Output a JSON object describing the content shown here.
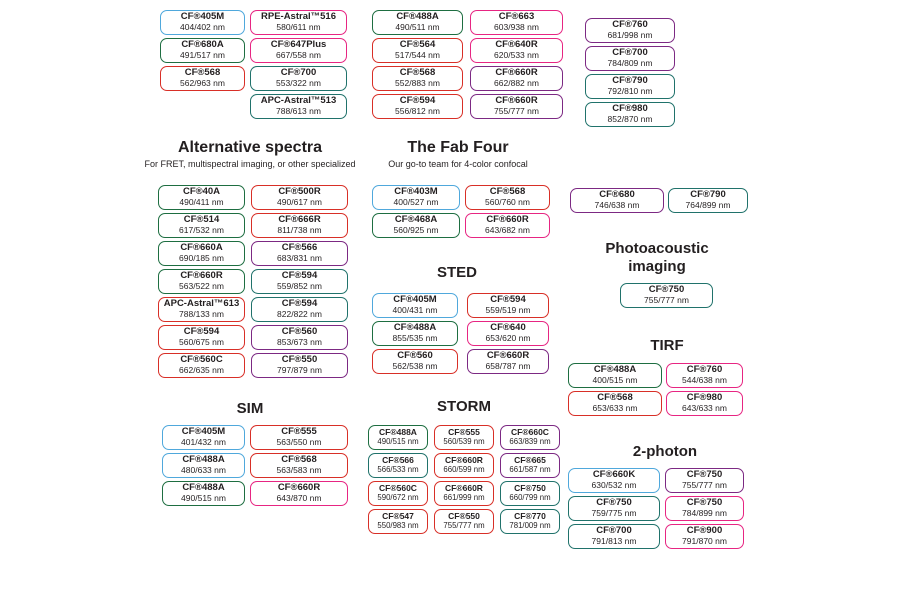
{
  "palette": {
    "blue": "#4FA8DC",
    "green": "#1E6E41",
    "red": "#D82F27",
    "pink": "#E72582",
    "teal": "#20726B",
    "purple": "#7C2983"
  },
  "headings": [
    {
      "id": "alt",
      "variant": "large",
      "title": "Alternative spectra",
      "subtitle": "For FRET, multispectral imaging, or other specialized"
    },
    {
      "id": "fab",
      "variant": "large",
      "title": "The Fab Four",
      "subtitle": "Our go-to team for 4-color confocal"
    },
    {
      "id": "sted",
      "variant": "small",
      "title": "STED"
    },
    {
      "id": "sim",
      "variant": "small",
      "title": "SIM"
    },
    {
      "id": "storm",
      "variant": "small",
      "title": "STORM"
    },
    {
      "id": "pa",
      "variant": "small",
      "title": "Photoacoustic\nimaging"
    },
    {
      "id": "tirf",
      "variant": "small",
      "title": "TIRF"
    },
    {
      "id": "tp",
      "variant": "small",
      "title": "2-photon"
    }
  ],
  "groups": [
    {
      "id": "top1",
      "section": "unlabeled-top",
      "chips": [
        {
          "name": "CF®405M",
          "value": "404/402 nm",
          "color": "blue"
        },
        {
          "name": "CF®680A",
          "value": "491/517 nm",
          "color": "green"
        },
        {
          "name": "CF®568",
          "value": "562/963 nm",
          "color": "red"
        }
      ]
    },
    {
      "id": "top2",
      "section": "unlabeled-top",
      "chips": [
        {
          "name": "RPE-Astral™516",
          "value": "580/611 nm",
          "color": "pink"
        },
        {
          "name": "CF®647Plus",
          "value": "667/558 nm",
          "color": "pink"
        },
        {
          "name": "CF®700",
          "value": "553/322 nm",
          "color": "teal"
        },
        {
          "name": "APC-Astral™513",
          "value": "788/613 nm",
          "color": "teal"
        }
      ]
    },
    {
      "id": "top3",
      "section": "unlabeled-top",
      "chips": [
        {
          "name": "CF®488A",
          "value": "490/511 nm",
          "color": "green"
        },
        {
          "name": "CF®564",
          "value": "517/544 nm",
          "color": "red"
        },
        {
          "name": "CF®568",
          "value": "552/883 nm",
          "color": "red"
        },
        {
          "name": "CF®594",
          "value": "556/812 nm",
          "color": "red"
        }
      ]
    },
    {
      "id": "top4",
      "section": "unlabeled-top",
      "chips": [
        {
          "name": "CF®663",
          "value": "603/938 nm",
          "color": "pink"
        },
        {
          "name": "CF®640R",
          "value": "620/533 nm",
          "color": "pink"
        },
        {
          "name": "CF®660R",
          "value": "662/882 nm",
          "color": "purple"
        },
        {
          "name": "CF®660R",
          "value": "755/777 nm",
          "color": "purple"
        }
      ]
    },
    {
      "id": "top5",
      "section": "unlabeled-top",
      "chips": [
        {
          "name": "CF®760",
          "value": "681/998 nm",
          "color": "purple"
        },
        {
          "name": "CF®700",
          "value": "784/809 nm",
          "color": "purple"
        },
        {
          "name": "CF®790",
          "value": "792/810 nm",
          "color": "teal"
        },
        {
          "name": "CF®980",
          "value": "852/870 nm",
          "color": "teal"
        }
      ]
    },
    {
      "id": "alt1",
      "section": "alternative-spectra",
      "chips": [
        {
          "name": "CF®40A",
          "value": "490/411 nm",
          "color": "green"
        },
        {
          "name": "CF®514",
          "value": "617/532 nm",
          "color": "green"
        },
        {
          "name": "CF®660A",
          "value": "690/185 nm",
          "color": "green"
        },
        {
          "name": "CF®660R",
          "value": "563/522 nm",
          "color": "green"
        },
        {
          "name": "APC-Astral™613",
          "value": "788/133 nm",
          "color": "red"
        },
        {
          "name": "CF®594",
          "value": "560/675 nm",
          "color": "red"
        },
        {
          "name": "CF®560C",
          "value": "662/635 nm",
          "color": "red"
        }
      ]
    },
    {
      "id": "alt2",
      "section": "alternative-spectra",
      "chips": [
        {
          "name": "CF®500R",
          "value": "490/617 nm",
          "color": "red"
        },
        {
          "name": "CF®666R",
          "value": "811/738 nm",
          "color": "red"
        },
        {
          "name": "CF®566",
          "value": "683/831 nm",
          "color": "purple"
        },
        {
          "name": "CF®594",
          "value": "559/852 nm",
          "color": "teal"
        },
        {
          "name": "CF®594",
          "value": "822/822 nm",
          "color": "teal"
        },
        {
          "name": "CF®560",
          "value": "853/673 nm",
          "color": "purple"
        },
        {
          "name": "CF®550",
          "value": "797/879 nm",
          "color": "purple"
        }
      ]
    },
    {
      "id": "fab1",
      "section": "fab-four",
      "chips": [
        {
          "name": "CF®403M",
          "value": "400/527 nm",
          "color": "blue"
        },
        {
          "name": "CF®468A",
          "value": "560/925 nm",
          "color": "green"
        }
      ]
    },
    {
      "id": "fab2",
      "section": "fab-four",
      "chips": [
        {
          "name": "CF®568",
          "value": "560/760 nm",
          "color": "red"
        },
        {
          "name": "CF®660R",
          "value": "643/682 nm",
          "color": "pink"
        }
      ]
    },
    {
      "id": "sted1",
      "section": "sted",
      "chips": [
        {
          "name": "CF®405M",
          "value": "400/431 nm",
          "color": "blue"
        },
        {
          "name": "CF®488A",
          "value": "855/535 nm",
          "color": "green"
        },
        {
          "name": "CF®560",
          "value": "562/538 nm",
          "color": "red"
        }
      ]
    },
    {
      "id": "sted2",
      "section": "sted",
      "chips": [
        {
          "name": "CF®594",
          "value": "559/519 nm",
          "color": "red"
        },
        {
          "name": "CF®640",
          "value": "653/620 nm",
          "color": "pink"
        },
        {
          "name": "CF®660R",
          "value": "658/787 nm",
          "color": "purple"
        }
      ]
    },
    {
      "id": "sim1",
      "section": "sim",
      "chips": [
        {
          "name": "CF®405M",
          "value": "401/432 nm",
          "color": "blue"
        },
        {
          "name": "CF®488A",
          "value": "480/633 nm",
          "color": "blue"
        },
        {
          "name": "CF®488A",
          "value": "490/515 nm",
          "color": "green"
        }
      ]
    },
    {
      "id": "sim2",
      "section": "sim",
      "chips": [
        {
          "name": "CF®555",
          "value": "563/550 nm",
          "color": "red"
        },
        {
          "name": "CF®568",
          "value": "563/583 nm",
          "color": "red"
        },
        {
          "name": "CF®660R",
          "value": "643/870 nm",
          "color": "pink"
        }
      ]
    },
    {
      "id": "storm1",
      "section": "storm",
      "small": true,
      "chips": [
        {
          "name": "CF®488A",
          "value": "490/515 nm",
          "color": "green"
        },
        {
          "name": "CF®566",
          "value": "566/533 nm",
          "color": "teal"
        },
        {
          "name": "CF®560C",
          "value": "590/672 nm",
          "color": "red"
        },
        {
          "name": "CF®547",
          "value": "550/983 nm",
          "color": "red"
        }
      ]
    },
    {
      "id": "storm2",
      "section": "storm",
      "small": true,
      "chips": [
        {
          "name": "CF®555",
          "value": "560/539 nm",
          "color": "red"
        },
        {
          "name": "CF®660R",
          "value": "660/599 nm",
          "color": "red"
        },
        {
          "name": "CF®660R",
          "value": "661/999 nm",
          "color": "red"
        },
        {
          "name": "CF®550",
          "value": "755/777 nm",
          "color": "red"
        }
      ]
    },
    {
      "id": "storm3",
      "section": "storm",
      "small": true,
      "chips": [
        {
          "name": "CF®660C",
          "value": "663/839 nm",
          "color": "purple"
        },
        {
          "name": "CF®665",
          "value": "661/587 nm",
          "color": "purple"
        },
        {
          "name": "CF®750",
          "value": "660/799 nm",
          "color": "teal"
        },
        {
          "name": "CF®770",
          "value": "781/009 nm",
          "color": "teal"
        }
      ]
    },
    {
      "id": "ir1",
      "section": "near-infrared-pair",
      "chips": [
        {
          "name": "CF®680",
          "value": "746/638 nm",
          "color": "purple"
        }
      ]
    },
    {
      "id": "ir2",
      "section": "near-infrared-pair",
      "chips": [
        {
          "name": "CF®790",
          "value": "764/899 nm",
          "color": "teal"
        }
      ]
    },
    {
      "id": "pa1",
      "section": "photoacoustic-imaging",
      "chips": [
        {
          "name": "CF®750",
          "value": "755/777 nm",
          "color": "teal"
        }
      ]
    },
    {
      "id": "tirf1",
      "section": "tirf",
      "chips": [
        {
          "name": "CF®488A",
          "value": "400/515 nm",
          "color": "green"
        },
        {
          "name": "CF®568",
          "value": "653/633 nm",
          "color": "red"
        }
      ]
    },
    {
      "id": "tirf2",
      "section": "tirf",
      "chips": [
        {
          "name": "CF®760",
          "value": "544/638 nm",
          "color": "pink"
        },
        {
          "name": "CF®980",
          "value": "643/633 nm",
          "color": "pink"
        }
      ]
    },
    {
      "id": "tp1",
      "section": "two-photon",
      "chips": [
        {
          "name": "CF®660K",
          "value": "630/532 nm",
          "color": "blue"
        },
        {
          "name": "CF®750",
          "value": "759/775 nm",
          "color": "teal"
        },
        {
          "name": "CF®700",
          "value": "791/813 nm",
          "color": "teal"
        }
      ]
    },
    {
      "id": "tp2",
      "section": "two-photon",
      "chips": [
        {
          "name": "CF®750",
          "value": "755/777 nm",
          "color": "purple"
        },
        {
          "name": "CF®750",
          "value": "784/899 nm",
          "color": "pink"
        },
        {
          "name": "CF®900",
          "value": "791/870 nm",
          "color": "pink"
        }
      ]
    }
  ]
}
